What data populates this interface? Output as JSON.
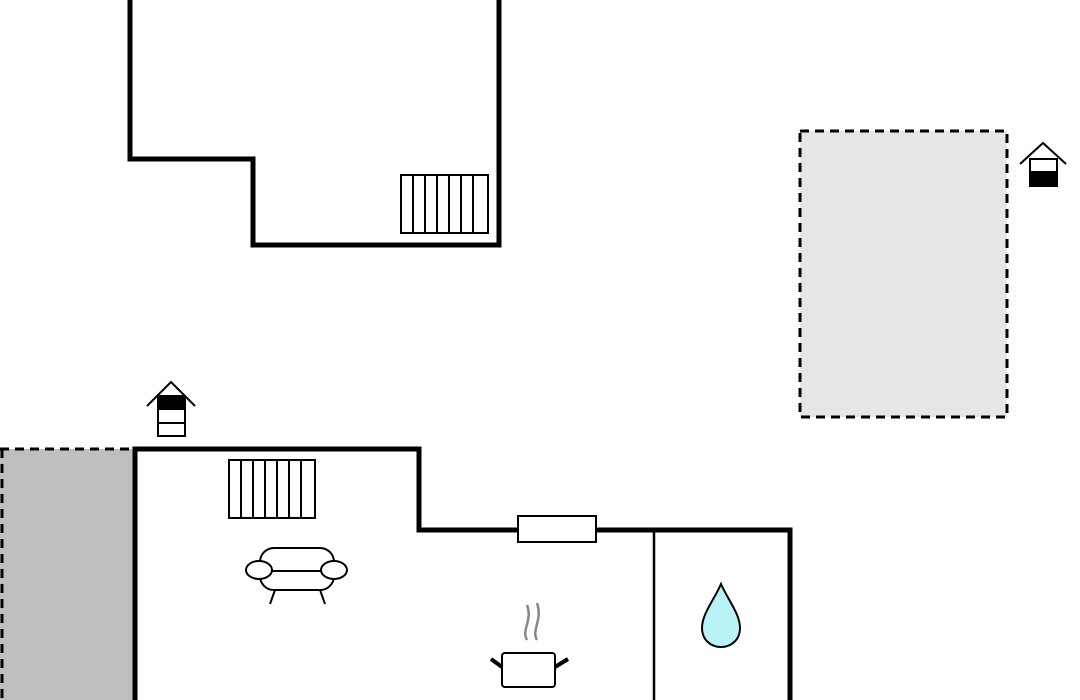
{
  "floorplan": {
    "colors": {
      "background": "#ffffff",
      "wall": "#000000",
      "terrace_fill": "#e6e6e6",
      "outdoor_fill": "#bfbfbf",
      "water_fill": "#b9f3f7"
    },
    "upper_level": {
      "rooms": [
        "upper-floor-room"
      ],
      "icons": [
        "stairs-icon"
      ]
    },
    "ground_level": {
      "rooms": [
        "living-room",
        "bathroom"
      ],
      "icons": [
        "stairs-icon",
        "sofa-icon",
        "kitchen-pot-icon",
        "water-drop-icon",
        "window-icon"
      ]
    },
    "areas": [
      "terrace-dashed-area",
      "outdoor-grey-area"
    ],
    "markers": [
      "floor-level-up-marker",
      "floor-level-ground-marker"
    ]
  }
}
